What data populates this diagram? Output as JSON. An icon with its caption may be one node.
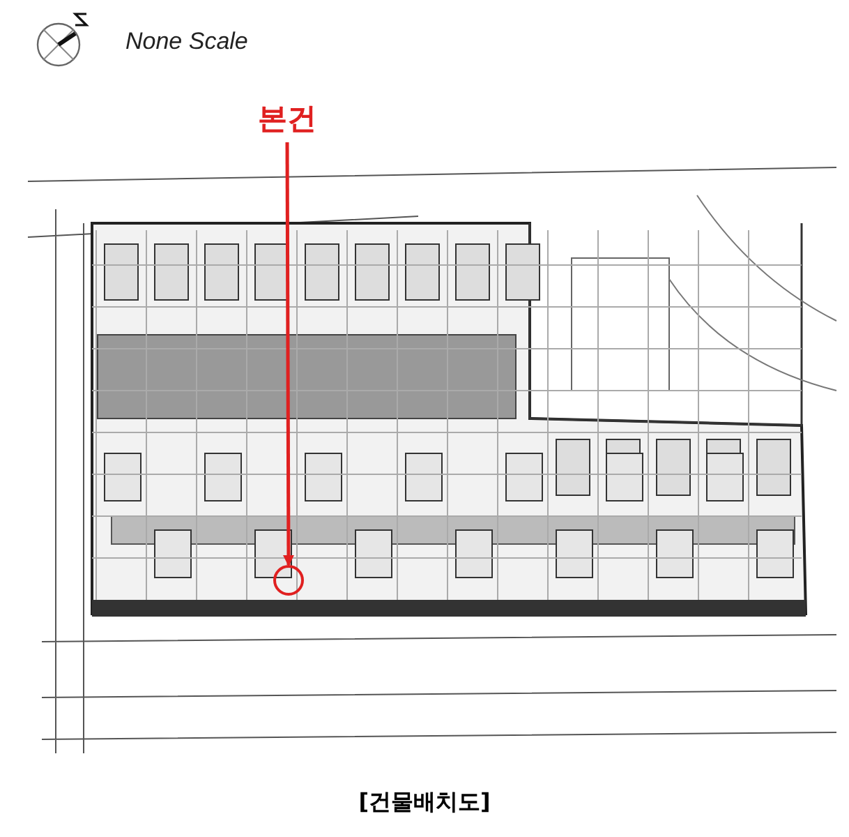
{
  "diagram": {
    "caption": "[건물배치도]",
    "nodes": [
      {
        "text": [
          "본건"
        ]
      },
      {
        "text": [],
        "shape": "circle"
      }
    ],
    "edges": [
      {
        "from": 0,
        "to": 1,
        "arrow": "to"
      }
    ],
    "labels": [
      "None Scale"
    ]
  }
}
